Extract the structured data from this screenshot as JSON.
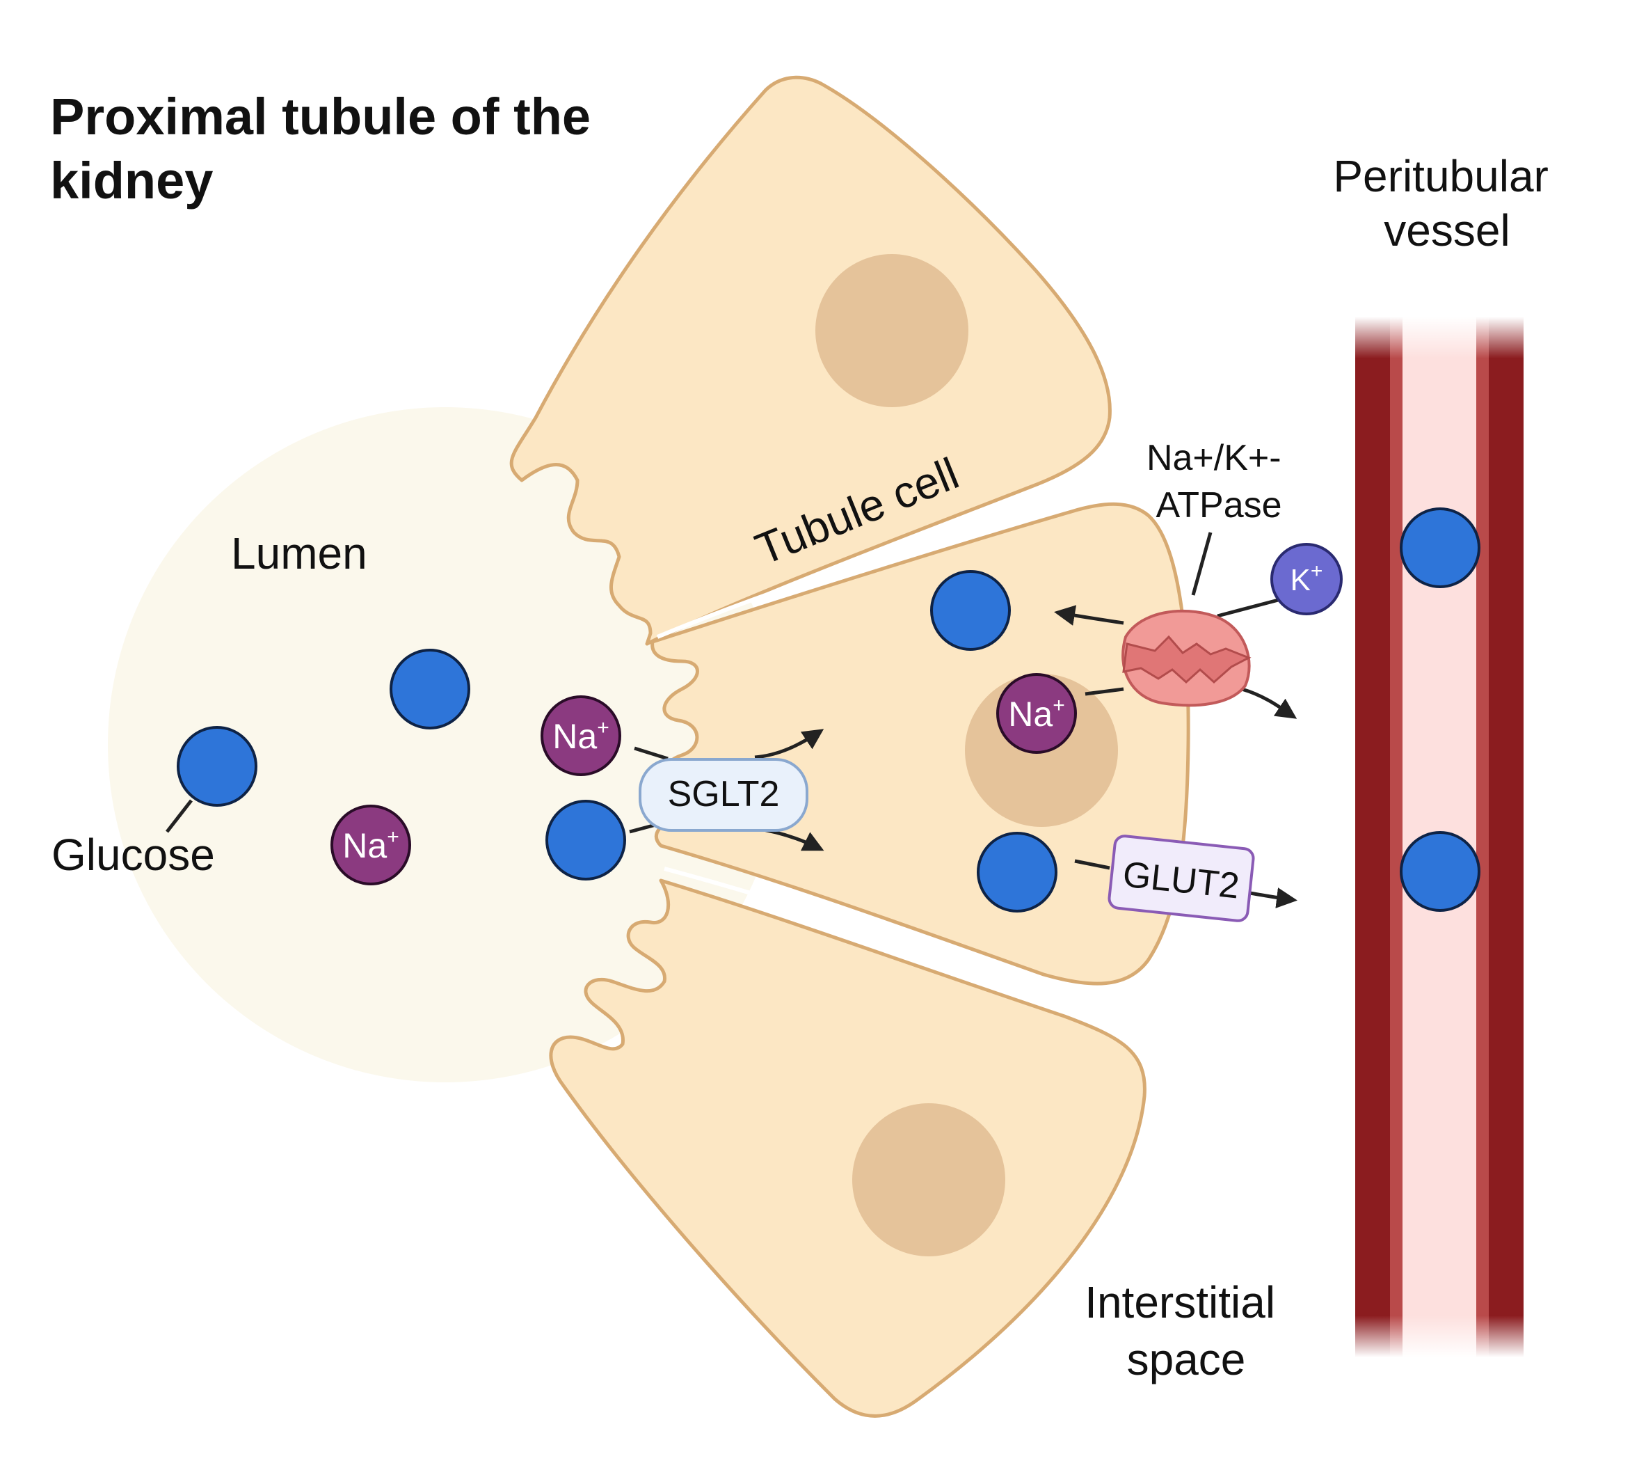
{
  "title": [
    "Proximal tubule of the",
    "kidney"
  ],
  "labels": {
    "lumen": "Lumen",
    "tubule_cell": "Tubule cell",
    "glucose": "Glucose",
    "peritubular": [
      "Peritubular",
      "vessel"
    ],
    "atpase": [
      "Na+/K+-",
      "ATPase"
    ],
    "interstitial": [
      "Interstitial",
      "space"
    ]
  },
  "transporters": {
    "sglt2": "SGLT2",
    "glut2": "GLUT2"
  },
  "ions": {
    "na_base": "Na",
    "na_sup": "+",
    "k_base": "K",
    "k_sup": "+"
  },
  "colors": {
    "glucose": "#2e75d9",
    "sodium": "#8b3a80",
    "potassium": "#6b6ad0",
    "cell_fill": "#fce7c4",
    "cell_stroke": "#d7aa72",
    "nucleus": "#e5c39a",
    "lumen": "#fbf8ec",
    "vessel_wall": "#8b1c1f",
    "vessel_lumen": "#fde0de",
    "atpase": "#f19a97",
    "sglt2_fill": "#e9f1fb",
    "glut2_fill": "#f1ecfb"
  }
}
